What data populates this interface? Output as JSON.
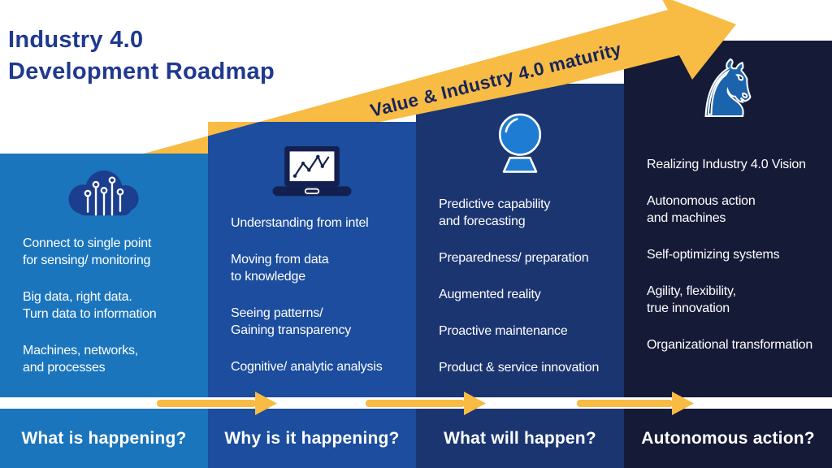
{
  "title": {
    "line1": "Industry 4.0",
    "line2": "Development Roadmap"
  },
  "diagonal_arrow": {
    "label": "Value & Industry 4.0 maturity"
  },
  "columns": [
    {
      "question": "What is happening?",
      "icon": "cloud-circuit-icon",
      "color": "#1B75BC",
      "items": [
        "Connect to single point\nfor sensing/ monitoring",
        "Big data, right data.\nTurn data to information",
        "Machines, networks,\nand processes"
      ]
    },
    {
      "question": "Why is it happening?",
      "icon": "laptop-chart-icon",
      "color": "#1C4D9E",
      "items": [
        "Understanding from intel",
        "Moving from data\nto knowledge",
        "Seeing patterns/\nGaining transparency",
        "Cognitive/ analytic analysis"
      ]
    },
    {
      "question": "What will happen?",
      "icon": "crystal-ball-icon",
      "color": "#1B3571",
      "items": [
        "Predictive capability\nand forecasting",
        "Preparedness/ preparation",
        "Augmented reality",
        "Proactive maintenance",
        "Product & service innovation"
      ]
    },
    {
      "question": "Autonomous action?",
      "icon": "chess-knight-icon",
      "color": "#151B37",
      "items": [
        "Realizing Industry 4.0 Vision",
        "Autonomous action\nand machines",
        "Self-optimizing systems",
        "Agility, flexibility,\ntrue innovation",
        "Organizational transformation"
      ]
    }
  ],
  "icons": {
    "knight_glyph": "♞"
  },
  "colors": {
    "accent_yellow": "#F8BB43",
    "title_blue": "#1F3990",
    "arrow_text": "#16245B",
    "body_text": "#FFFFFF",
    "cloud_navy": "#1C3E8F",
    "laptop_navy": "#13204F",
    "ball_blue": "#1E7CD2",
    "knight_blue": "#1C63AE"
  }
}
